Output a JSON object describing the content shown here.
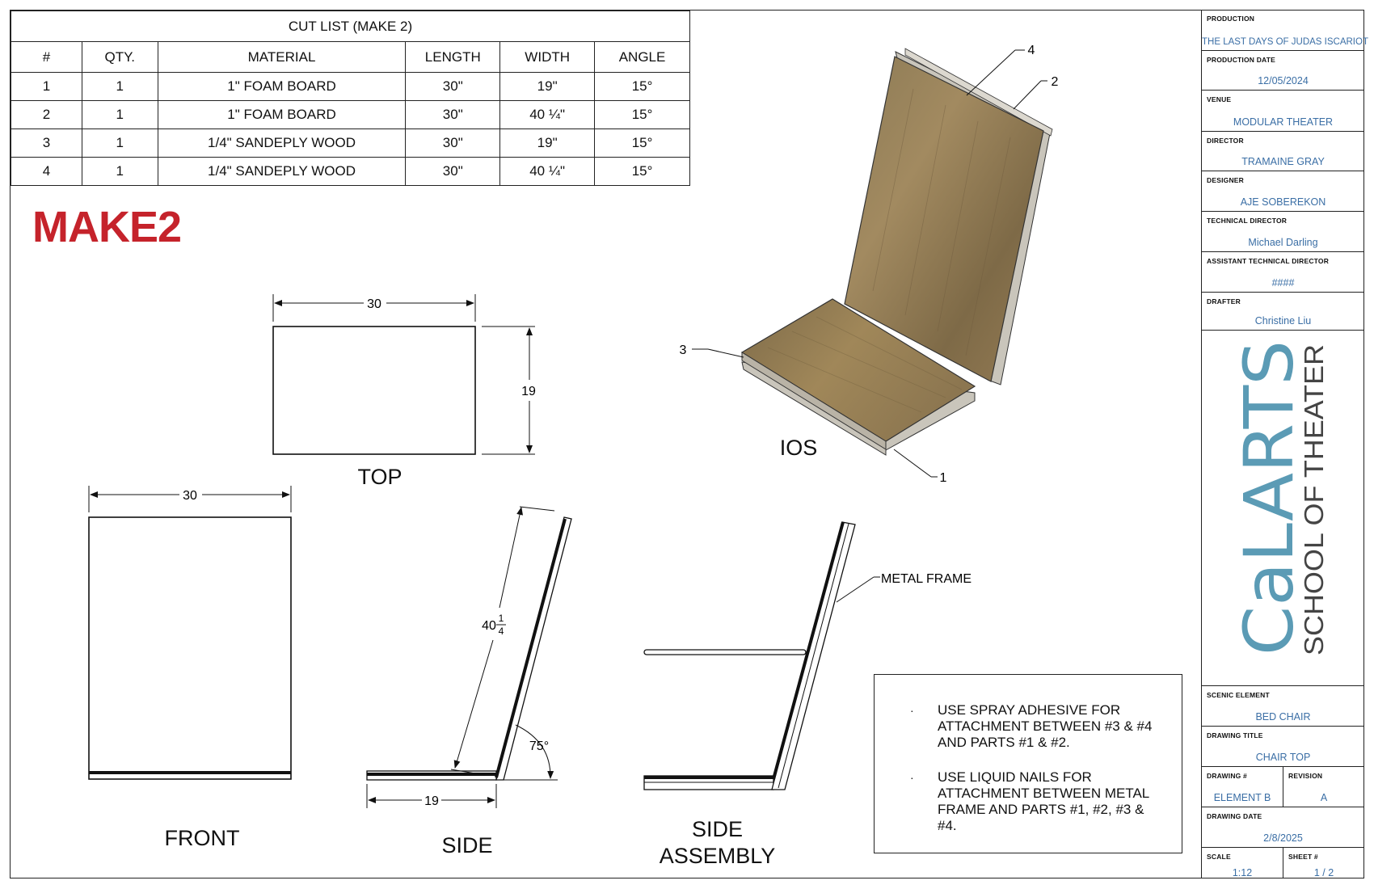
{
  "cut_list": {
    "title": "CUT LIST (MAKE 2)",
    "columns": [
      "#",
      "QTY.",
      "MATERIAL",
      "LENGTH",
      "WIDTH",
      "ANGLE"
    ],
    "rows": [
      [
        "1",
        "1",
        "1\" FOAM BOARD",
        "30\"",
        "19\"",
        "15°"
      ],
      [
        "2",
        "1",
        "1\" FOAM BOARD",
        "30\"",
        "40 ¼\"",
        "15°"
      ],
      [
        "3",
        "1",
        "1/4\"  SANDEPLY WOOD",
        "30\"",
        "19\"",
        "15°"
      ],
      [
        "4",
        "1",
        "1/4\"  SANDEPLY WOOD",
        "30\"",
        "40 ¼\"",
        "15°"
      ]
    ]
  },
  "make_label": "MAKE2",
  "make_color": "#c5232b",
  "views": {
    "top": {
      "label": "TOP",
      "dim_width": "30",
      "dim_height": "19"
    },
    "front": {
      "label": "FRONT",
      "dim_width": "30"
    },
    "side": {
      "label": "SIDE",
      "dim_length_whole": "40",
      "dim_length_num": "1",
      "dim_length_den": "4",
      "dim_base": "19",
      "angle": "75°"
    },
    "side_assembly": {
      "label_line1": "SIDE",
      "label_line2": "ASSEMBLY",
      "callout": "METAL FRAME"
    },
    "ios": {
      "label": "IOS",
      "callouts": [
        "1",
        "2",
        "3",
        "4"
      ]
    }
  },
  "notes": {
    "bullet": "·",
    "items": [
      "USE SPRAY ADHESIVE FOR ATTACHMENT BETWEEN #3 & #4 AND PARTS #1 & #2.",
      "USE LIQUID NAILS FOR ATTACHMENT BETWEEN METAL FRAME AND PARTS #1, #2, #3 & #4."
    ]
  },
  "title_block": {
    "production_label": "PRODUCTION",
    "production": "THE LAST DAYS OF JUDAS ISCARIOT",
    "production_date_label": "PRODUCTION DATE",
    "production_date": "12/05/2024",
    "venue_label": "VENUE",
    "venue": "MODULAR THEATER",
    "director_label": "DIRECTOR",
    "director": "TRAMAINE GRAY",
    "designer_label": "DESIGNER",
    "designer": "AJE SOBEREKON",
    "td_label": "TECHNICAL DIRECTOR",
    "td": "Michael Darling",
    "atd_label": "ASSISTANT TECHNICAL DIRECTOR",
    "atd": "####",
    "drafter_label": "DRAFTER",
    "drafter": "Christine Liu",
    "logo_main": "CaLARTS",
    "logo_sub": "SCHOOL OF THEATER",
    "logo_color": "#5b9bb5",
    "scenic_element_label": "SCENIC ELEMENT",
    "scenic_element": "BED CHAIR",
    "drawing_title_label": "DRAWING TITLE",
    "drawing_title": "CHAIR TOP",
    "drawing_num_label": "DRAWING #",
    "drawing_num": "ELEMENT B",
    "revision_label": "REVISION",
    "revision": "A",
    "drawing_date_label": "DRAWING DATE",
    "drawing_date": "2/8/2025",
    "scale_label": "SCALE",
    "scale": "1:12",
    "sheet_label": "SHEET #",
    "sheet": "1 / 2"
  }
}
